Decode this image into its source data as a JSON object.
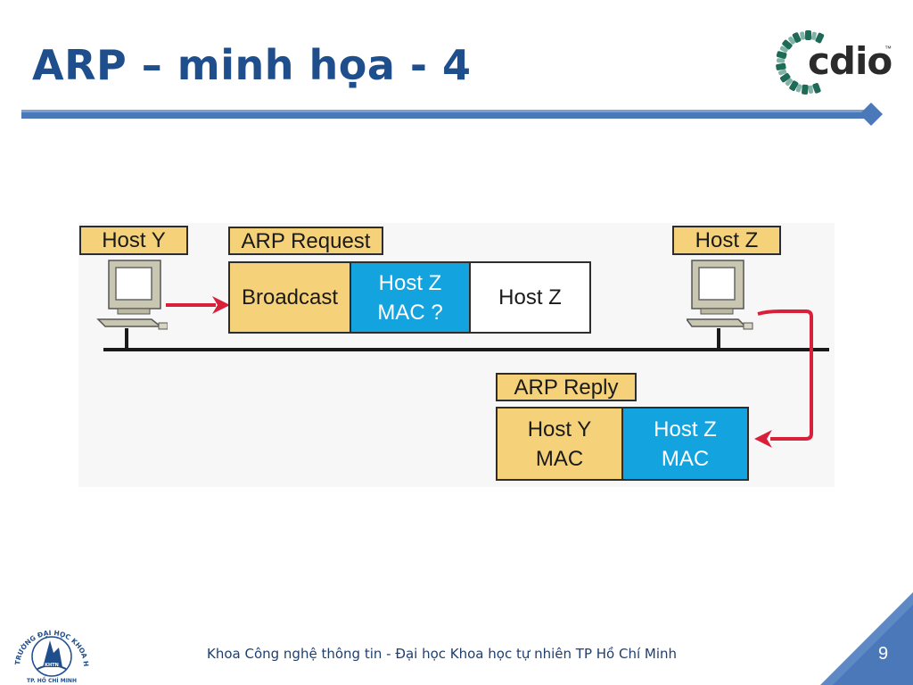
{
  "slide": {
    "title": "ARP – minh họa - 4",
    "footer": "Khoa Công nghệ thông tin - Đại học Khoa học tự nhiên TP Hồ Chí Minh",
    "page_number": "9"
  },
  "logos": {
    "cdio_text": "cdio",
    "cdio_tm": "™",
    "school_ring_text": "TRƯỜNG ĐẠI HỌC KHOA HỌC TỰ NHIÊN",
    "school_bottom_text": "TP. HỒ CHÍ MINH",
    "school_badge": "KHTN"
  },
  "diagram": {
    "host_y_label": "Host Y",
    "host_z_label": "Host Z",
    "arp_request_label": "ARP Request",
    "request_fields": {
      "broadcast": "Broadcast",
      "target_mac_line1": "Host Z",
      "target_mac_line2": "MAC ?",
      "target_host": "Host Z"
    },
    "arp_reply_label": "ARP Reply",
    "reply_fields": {
      "host_y_mac_line1": "Host Y",
      "host_y_mac_line2": "MAC",
      "host_z_mac_line1": "Host Z",
      "host_z_mac_line2": "MAC"
    }
  },
  "colors": {
    "title": "#1f4e8c",
    "label_fill": "#f5d27a",
    "mac_fill": "#13a3df",
    "arrow": "#d9203a",
    "rule": "#4a78b8"
  }
}
